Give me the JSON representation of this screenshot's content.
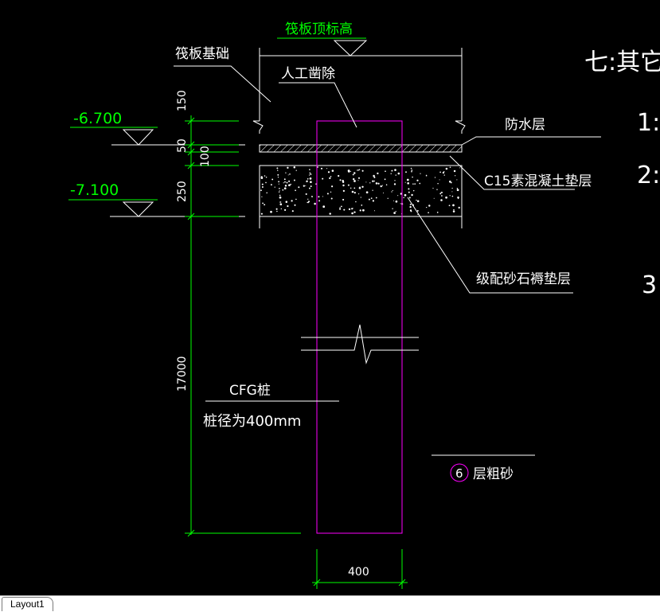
{
  "drawing": {
    "title_raft_top": "筏板顶标高",
    "label_raft": "筏板基础",
    "label_manual_removal": "人工凿除",
    "label_waterproof": "防水层",
    "label_c15": "C15素混凝土垫层",
    "label_gravel": "级配砂石褥垫层",
    "label_cfg": "CFG桩",
    "label_pile_dia": "桩径为400mm",
    "label_coarse_sand": "层粗砂",
    "circle_num": "6",
    "elev_1": "-6.700",
    "elev_2": "-7.100",
    "dim_150": "150",
    "dim_50": "50",
    "dim_100": "100",
    "dim_250": "250",
    "dim_17000": "17000",
    "dim_400": "400",
    "side_title": "七:其它",
    "side_1": "1:",
    "side_2": "2:",
    "side_3": "3"
  },
  "colors": {
    "white": "#ffffff",
    "green": "#00ff00",
    "magenta": "#ff00ff"
  },
  "status": {
    "tab": "Layout1"
  }
}
